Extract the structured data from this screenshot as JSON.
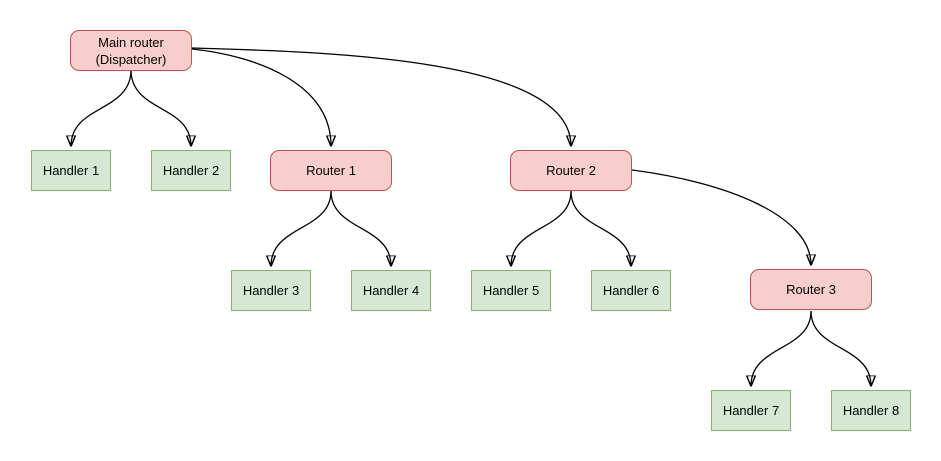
{
  "diagram": {
    "kind": "flowchart",
    "nodes": {
      "main_router": {
        "label": "Main router\n(Dispatcher)",
        "type": "router"
      },
      "router1": {
        "label": "Router 1",
        "type": "router"
      },
      "router2": {
        "label": "Router 2",
        "type": "router"
      },
      "router3": {
        "label": "Router 3",
        "type": "router"
      },
      "handler1": {
        "label": "Handler 1",
        "type": "handler"
      },
      "handler2": {
        "label": "Handler 2",
        "type": "handler"
      },
      "handler3": {
        "label": "Handler 3",
        "type": "handler"
      },
      "handler4": {
        "label": "Handler 4",
        "type": "handler"
      },
      "handler5": {
        "label": "Handler 5",
        "type": "handler"
      },
      "handler6": {
        "label": "Handler 6",
        "type": "handler"
      },
      "handler7": {
        "label": "Handler 7",
        "type": "handler"
      },
      "handler8": {
        "label": "Handler 8",
        "type": "handler"
      }
    },
    "edges": [
      {
        "from": "Main router (Dispatcher)",
        "to": "Handler 1"
      },
      {
        "from": "Main router (Dispatcher)",
        "to": "Handler 2"
      },
      {
        "from": "Main router (Dispatcher)",
        "to": "Router 1"
      },
      {
        "from": "Main router (Dispatcher)",
        "to": "Router 2"
      },
      {
        "from": "Router 1",
        "to": "Handler 3"
      },
      {
        "from": "Router 1",
        "to": "Handler 4"
      },
      {
        "from": "Router 2",
        "to": "Handler 5"
      },
      {
        "from": "Router 2",
        "to": "Handler 6"
      },
      {
        "from": "Router 2",
        "to": "Router 3"
      },
      {
        "from": "Router 3",
        "to": "Handler 7"
      },
      {
        "from": "Router 3",
        "to": "Handler 8"
      }
    ],
    "colors": {
      "router_fill": "#f8cecc",
      "router_border": "#b85450",
      "handler_fill": "#d5e8d4",
      "handler_border": "#82b366",
      "connector": "#000000",
      "text": "#000000",
      "background": "#ffffff"
    }
  }
}
